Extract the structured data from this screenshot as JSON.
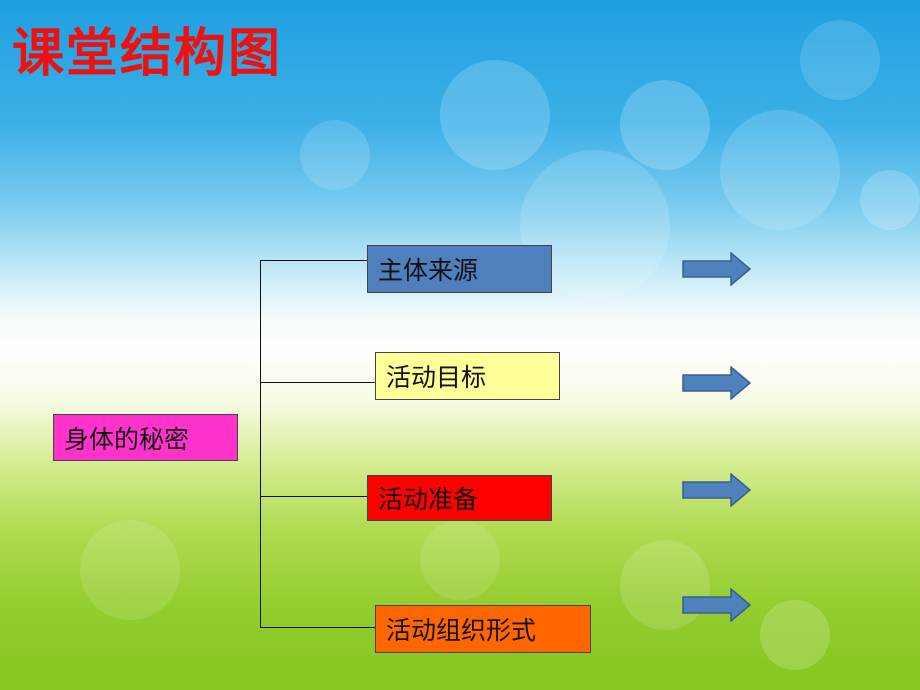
{
  "title": "课堂结构图",
  "root": {
    "label": "身体的秘密",
    "color": "#ff33cc"
  },
  "branches": [
    {
      "label": "主体来源",
      "color": "#4f7fbd"
    },
    {
      "label": "活动目标",
      "color": "#ffff99"
    },
    {
      "label": "活动准备",
      "color": "#ff0000"
    },
    {
      "label": "活动组织形式",
      "color": "#ff6600"
    }
  ],
  "arrow_color": "#4f81bd"
}
